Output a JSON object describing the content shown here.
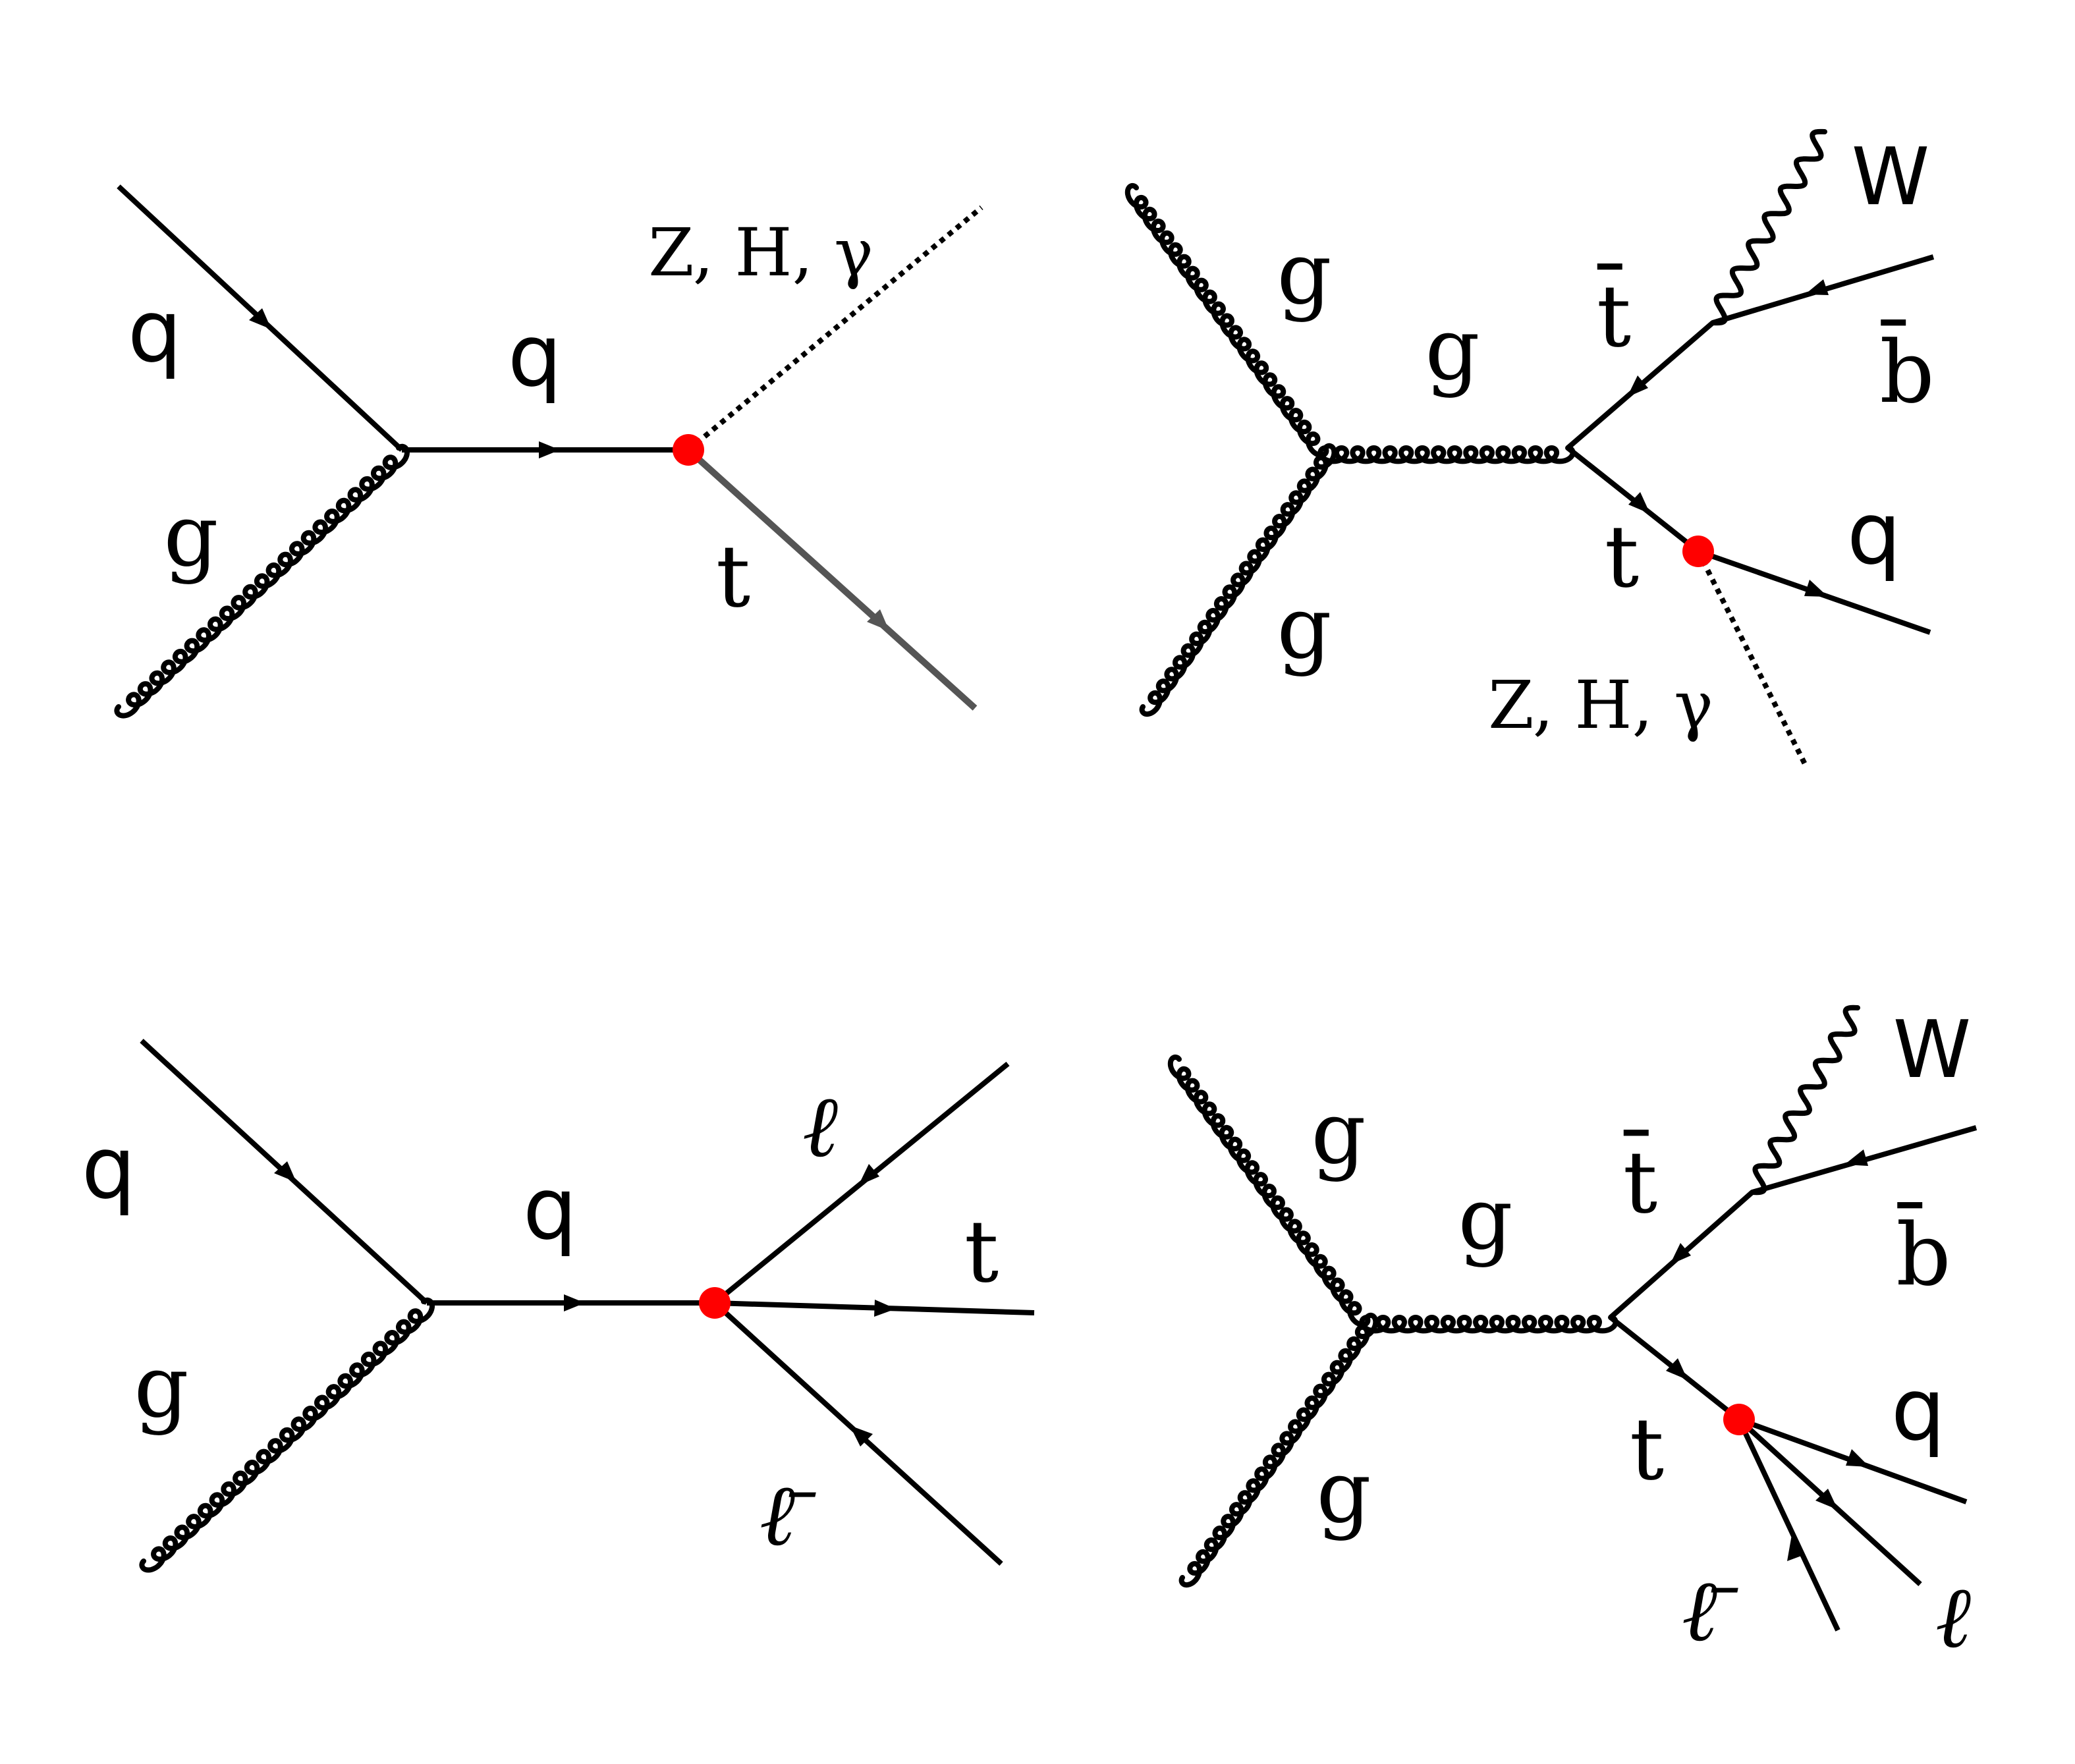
{
  "diagrams": {
    "d1": {
      "q_in": "q",
      "g_in": "g",
      "q_prop": "q",
      "boson": "Z, H, γ",
      "t_out": "t"
    },
    "d2": {
      "g_top": "g",
      "g_bottom": "g",
      "g_prop": "g",
      "tbar": "t̄",
      "w": "W",
      "bbar": "b̄",
      "t": "t",
      "q": "q",
      "boson": "Z, H, γ"
    },
    "d3": {
      "q_in": "q",
      "g_in": "g",
      "q_prop": "q",
      "ell": "ℓ",
      "t": "t",
      "ellbar": "ℓ̄"
    },
    "d4": {
      "g_top": "g",
      "g_bottom": "g",
      "g_prop": "g",
      "tbar": "t̄",
      "w": "W",
      "bbar": "b̄",
      "t": "t",
      "q": "q",
      "ellbar": "ℓ̄",
      "ell": "ℓ"
    }
  },
  "colors": {
    "vertex": "#ff0000",
    "line": "#000000",
    "top_line_d1": "#555555"
  }
}
